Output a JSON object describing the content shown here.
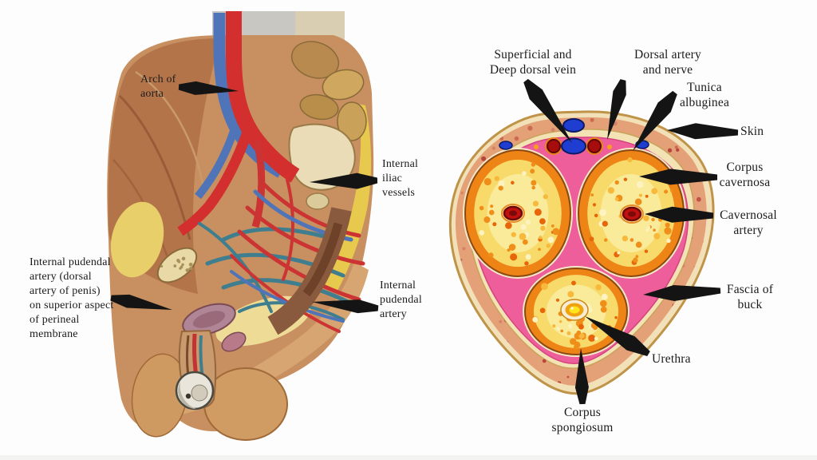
{
  "figures": {
    "left": {
      "labels": {
        "arch_of_aorta": "Arch of\naorta",
        "internal_iliac_vessels": "Internal\niliac\nvessels",
        "internal_pudendal_long": "Internal pudendal\nartery (dorsal\nartery of penis)\non superior aspect\nof perineal\nmembrane",
        "internal_pudendal_artery": "Internal\npudendal\nartery"
      }
    },
    "right": {
      "labels": {
        "superficial_deep_dorsal_vein": "Superficial and\nDeep dorsal vein",
        "dorsal_artery_nerve": "Dorsal artery\nand nerve",
        "tunica_albuginea": "Tunica\nalbuginea",
        "skin": "Skin",
        "corpus_cavernosa": "Corpus\ncavernosa",
        "cavernosal_artery": "Cavernosal\nartery",
        "fascia_of_buck": "Fascia of\nbuck",
        "urethra": "Urethra",
        "corpus_spongiosum": "Corpus\nspongiosum"
      }
    }
  },
  "palette": {
    "background": "#fdfdfd",
    "label_text": "#1b1b1b",
    "arrow_black": "#141414",
    "artery_red": "#d32f2f",
    "vein_blue": "#4f74b8",
    "flesh_tan": "#c89061",
    "bone_tan": "#caa158",
    "skin_cream": "#f1e0b8",
    "subcutis_salmon": "#e4a076",
    "fascia_pink": "#ee5e9a",
    "cavernosa_orange": "#ee8316",
    "cavernosa_yellow": "#f7da6a",
    "dorsal_vein_blue": "#1f3ed1",
    "cavernosal_artery_red": "#c21010",
    "urethra_yellow": "#ffe51c"
  }
}
